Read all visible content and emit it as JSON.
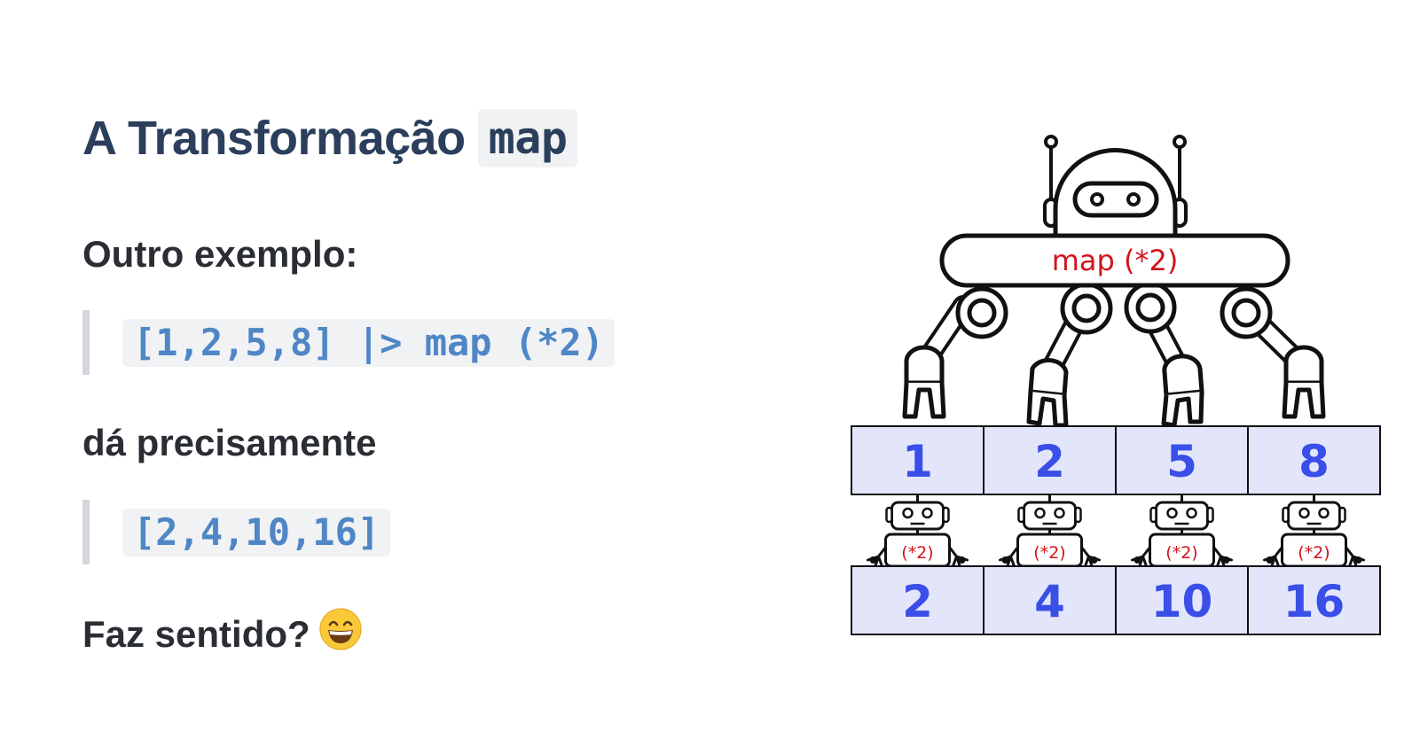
{
  "title": {
    "text": "A Transformação",
    "code": "map"
  },
  "example_intro": "Outro exemplo:",
  "example_code": "[1,2,5,8] |> map (*2)",
  "result_intro": "dá precisamente",
  "result_code": "[2,4,10,16]",
  "closing": "Faz sentido?",
  "closing_emoji": "grinning-face-emoji",
  "diagram": {
    "main_robot_label": "map (*2)",
    "input_values": [
      "1",
      "2",
      "5",
      "8"
    ],
    "output_values": [
      "2",
      "4",
      "10",
      "16"
    ],
    "worker_label": "(*2)",
    "colors": {
      "cell_fill": "#e3e5fb",
      "cell_text": "#3a4ee8",
      "label_text": "#d0141b",
      "outline": "#111111"
    }
  }
}
